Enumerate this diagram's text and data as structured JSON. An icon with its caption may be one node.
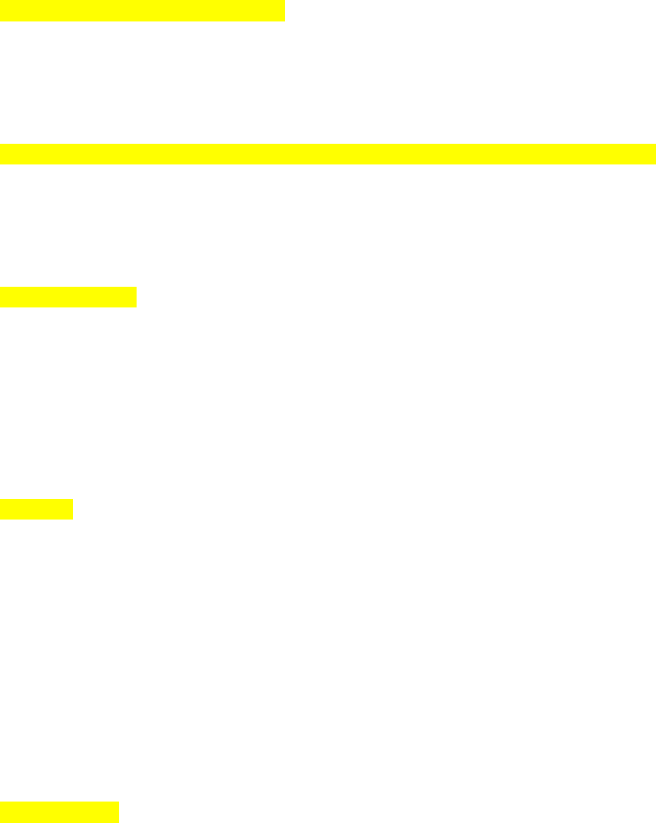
{
  "diagram": {
    "nodes": [
      {
        "text": [],
        "shape": "bar"
      },
      {
        "text": [],
        "shape": "bar"
      },
      {
        "text": [],
        "shape": "bar"
      },
      {
        "text": [],
        "shape": "bar"
      },
      {
        "text": [],
        "shape": "bar"
      }
    ]
  }
}
